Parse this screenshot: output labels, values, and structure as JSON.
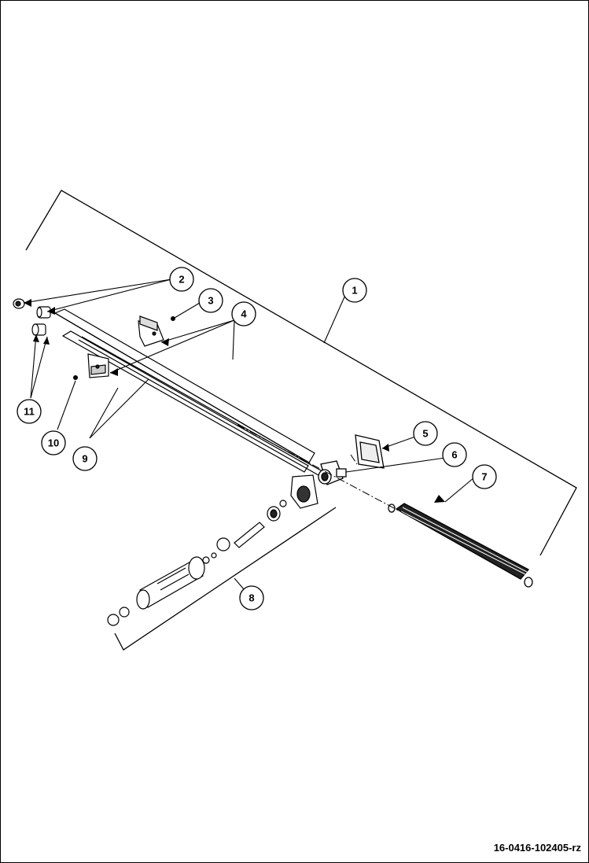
{
  "callouts": [
    {
      "label": "1"
    },
    {
      "label": "2"
    },
    {
      "label": "3"
    },
    {
      "label": "4"
    },
    {
      "label": "5"
    },
    {
      "label": "6"
    },
    {
      "label": "7"
    },
    {
      "label": "8"
    },
    {
      "label": "9"
    },
    {
      "label": "10"
    },
    {
      "label": "11"
    }
  ],
  "footer": {
    "code": "16-0416-102405-rz"
  },
  "colors": {
    "line": "#000000",
    "part_fill": "#ffffff",
    "part_shade": "#222222"
  }
}
